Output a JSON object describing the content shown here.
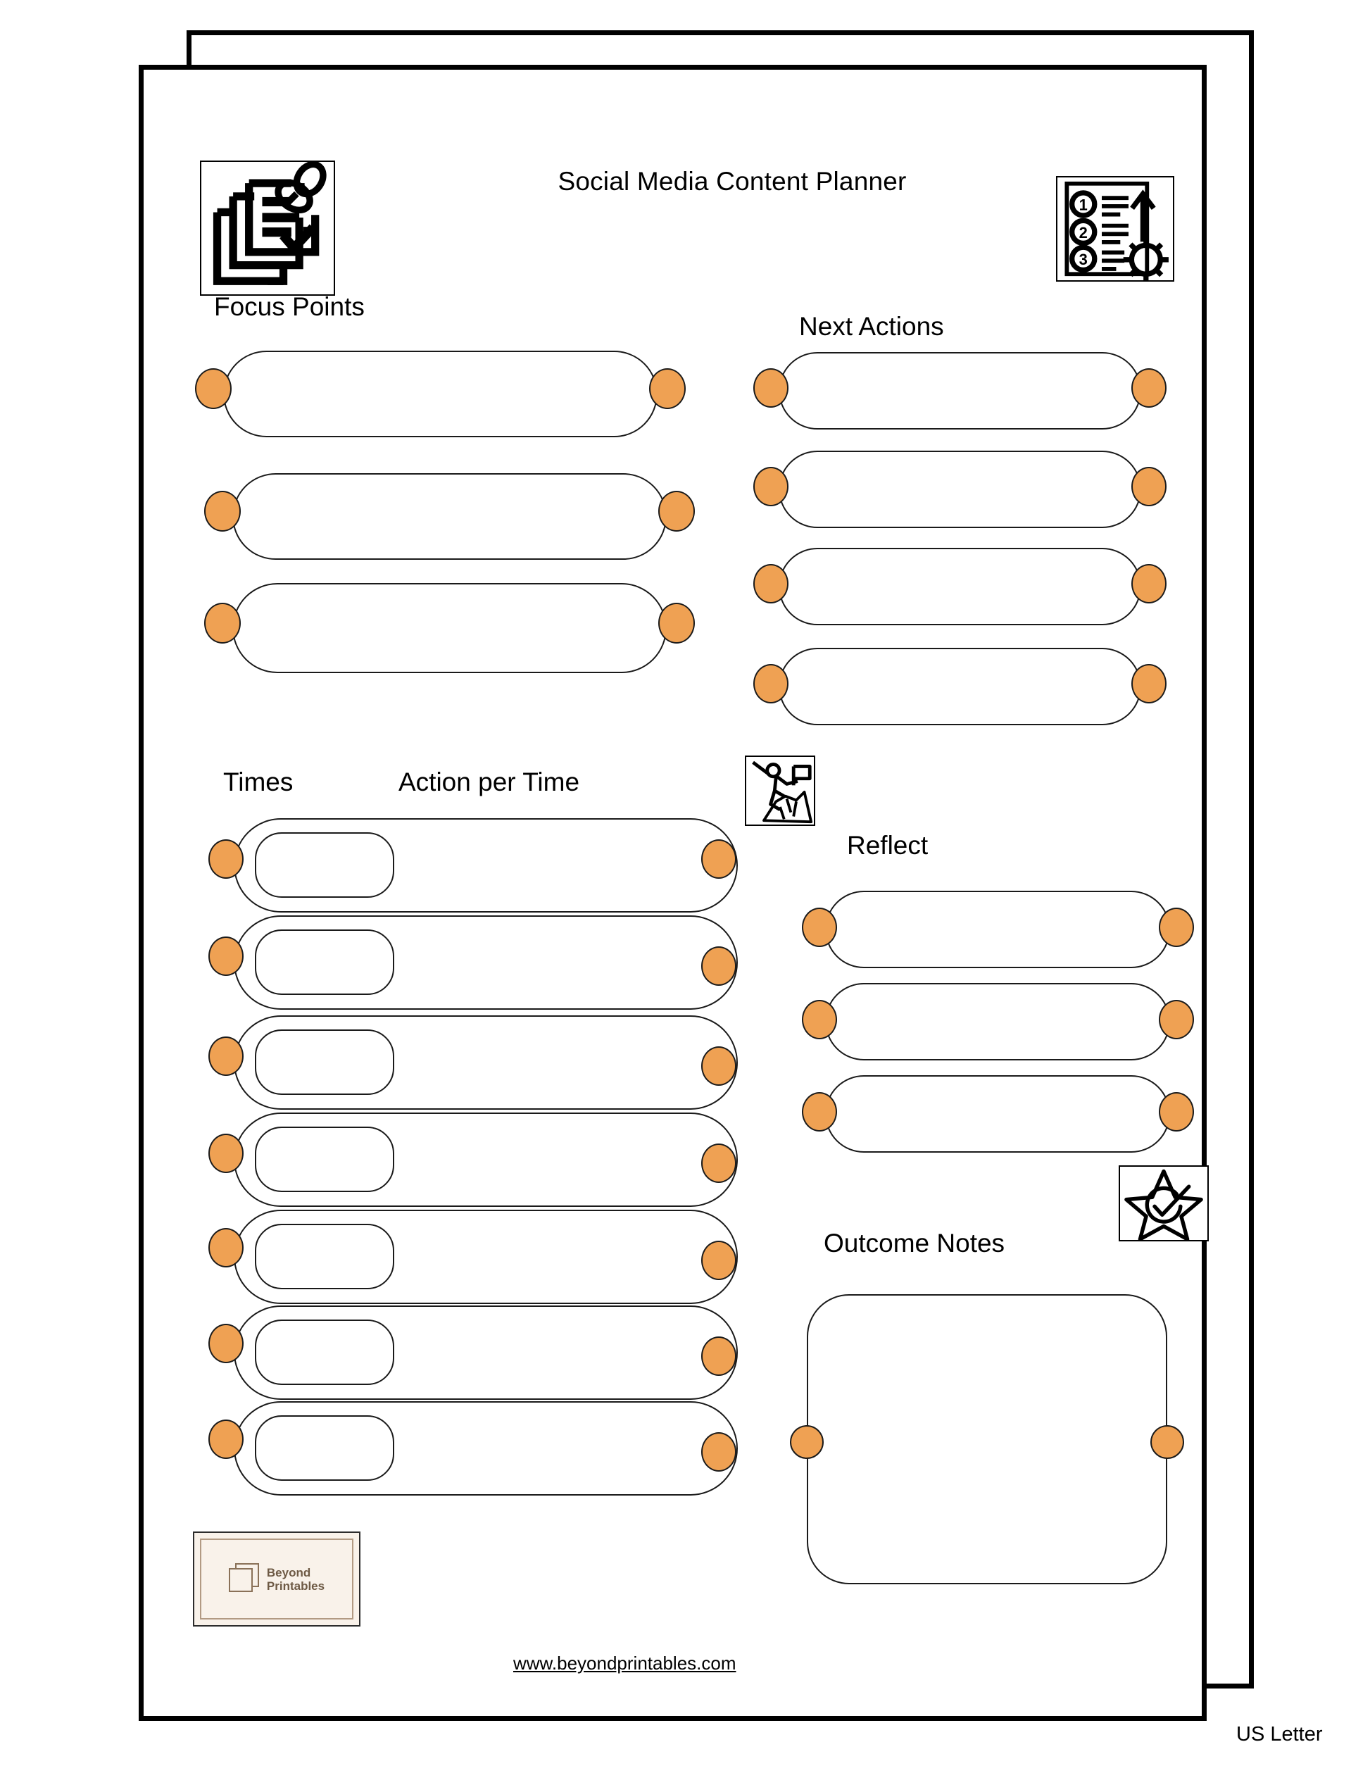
{
  "document": {
    "title": "Social Media Content Planner",
    "paper_size": "US Letter",
    "footer_url": "www.beyondprintables.com"
  },
  "brand": {
    "line1": "Beyond",
    "line2": "Printables",
    "card_bg": "#F9F2EA",
    "ink": "#6E5A45",
    "rule": "#B29A83"
  },
  "colors": {
    "dot_fill": "#EFA153",
    "dot_stroke": "#1B1B1B",
    "outline": "#1A1A1A",
    "page_border": "#000000",
    "paper": "#FFFFFF"
  },
  "icons": {
    "plan": "documents-checklist-pin-icon",
    "steps": "numbered-steps-gear-arrow-icon",
    "summit": "climber-summit-flag-icon",
    "star": "star-check-icon"
  },
  "sections": [
    {
      "id": "focus-points",
      "label": "Focus Points",
      "rows": 3,
      "row_type": "pill"
    },
    {
      "id": "next-actions",
      "label": "Next Actions",
      "rows": 4,
      "row_type": "pill"
    },
    {
      "id": "schedule",
      "label": "Times",
      "label_secondary": "Action per Time",
      "rows": 7,
      "row_type": "pill-with-inner-box"
    },
    {
      "id": "reflect",
      "label": "Reflect",
      "rows": 3,
      "row_type": "pill"
    },
    {
      "id": "outcome-notes",
      "label": "Outcome Notes",
      "rows": 1,
      "row_type": "large-note-box"
    }
  ]
}
